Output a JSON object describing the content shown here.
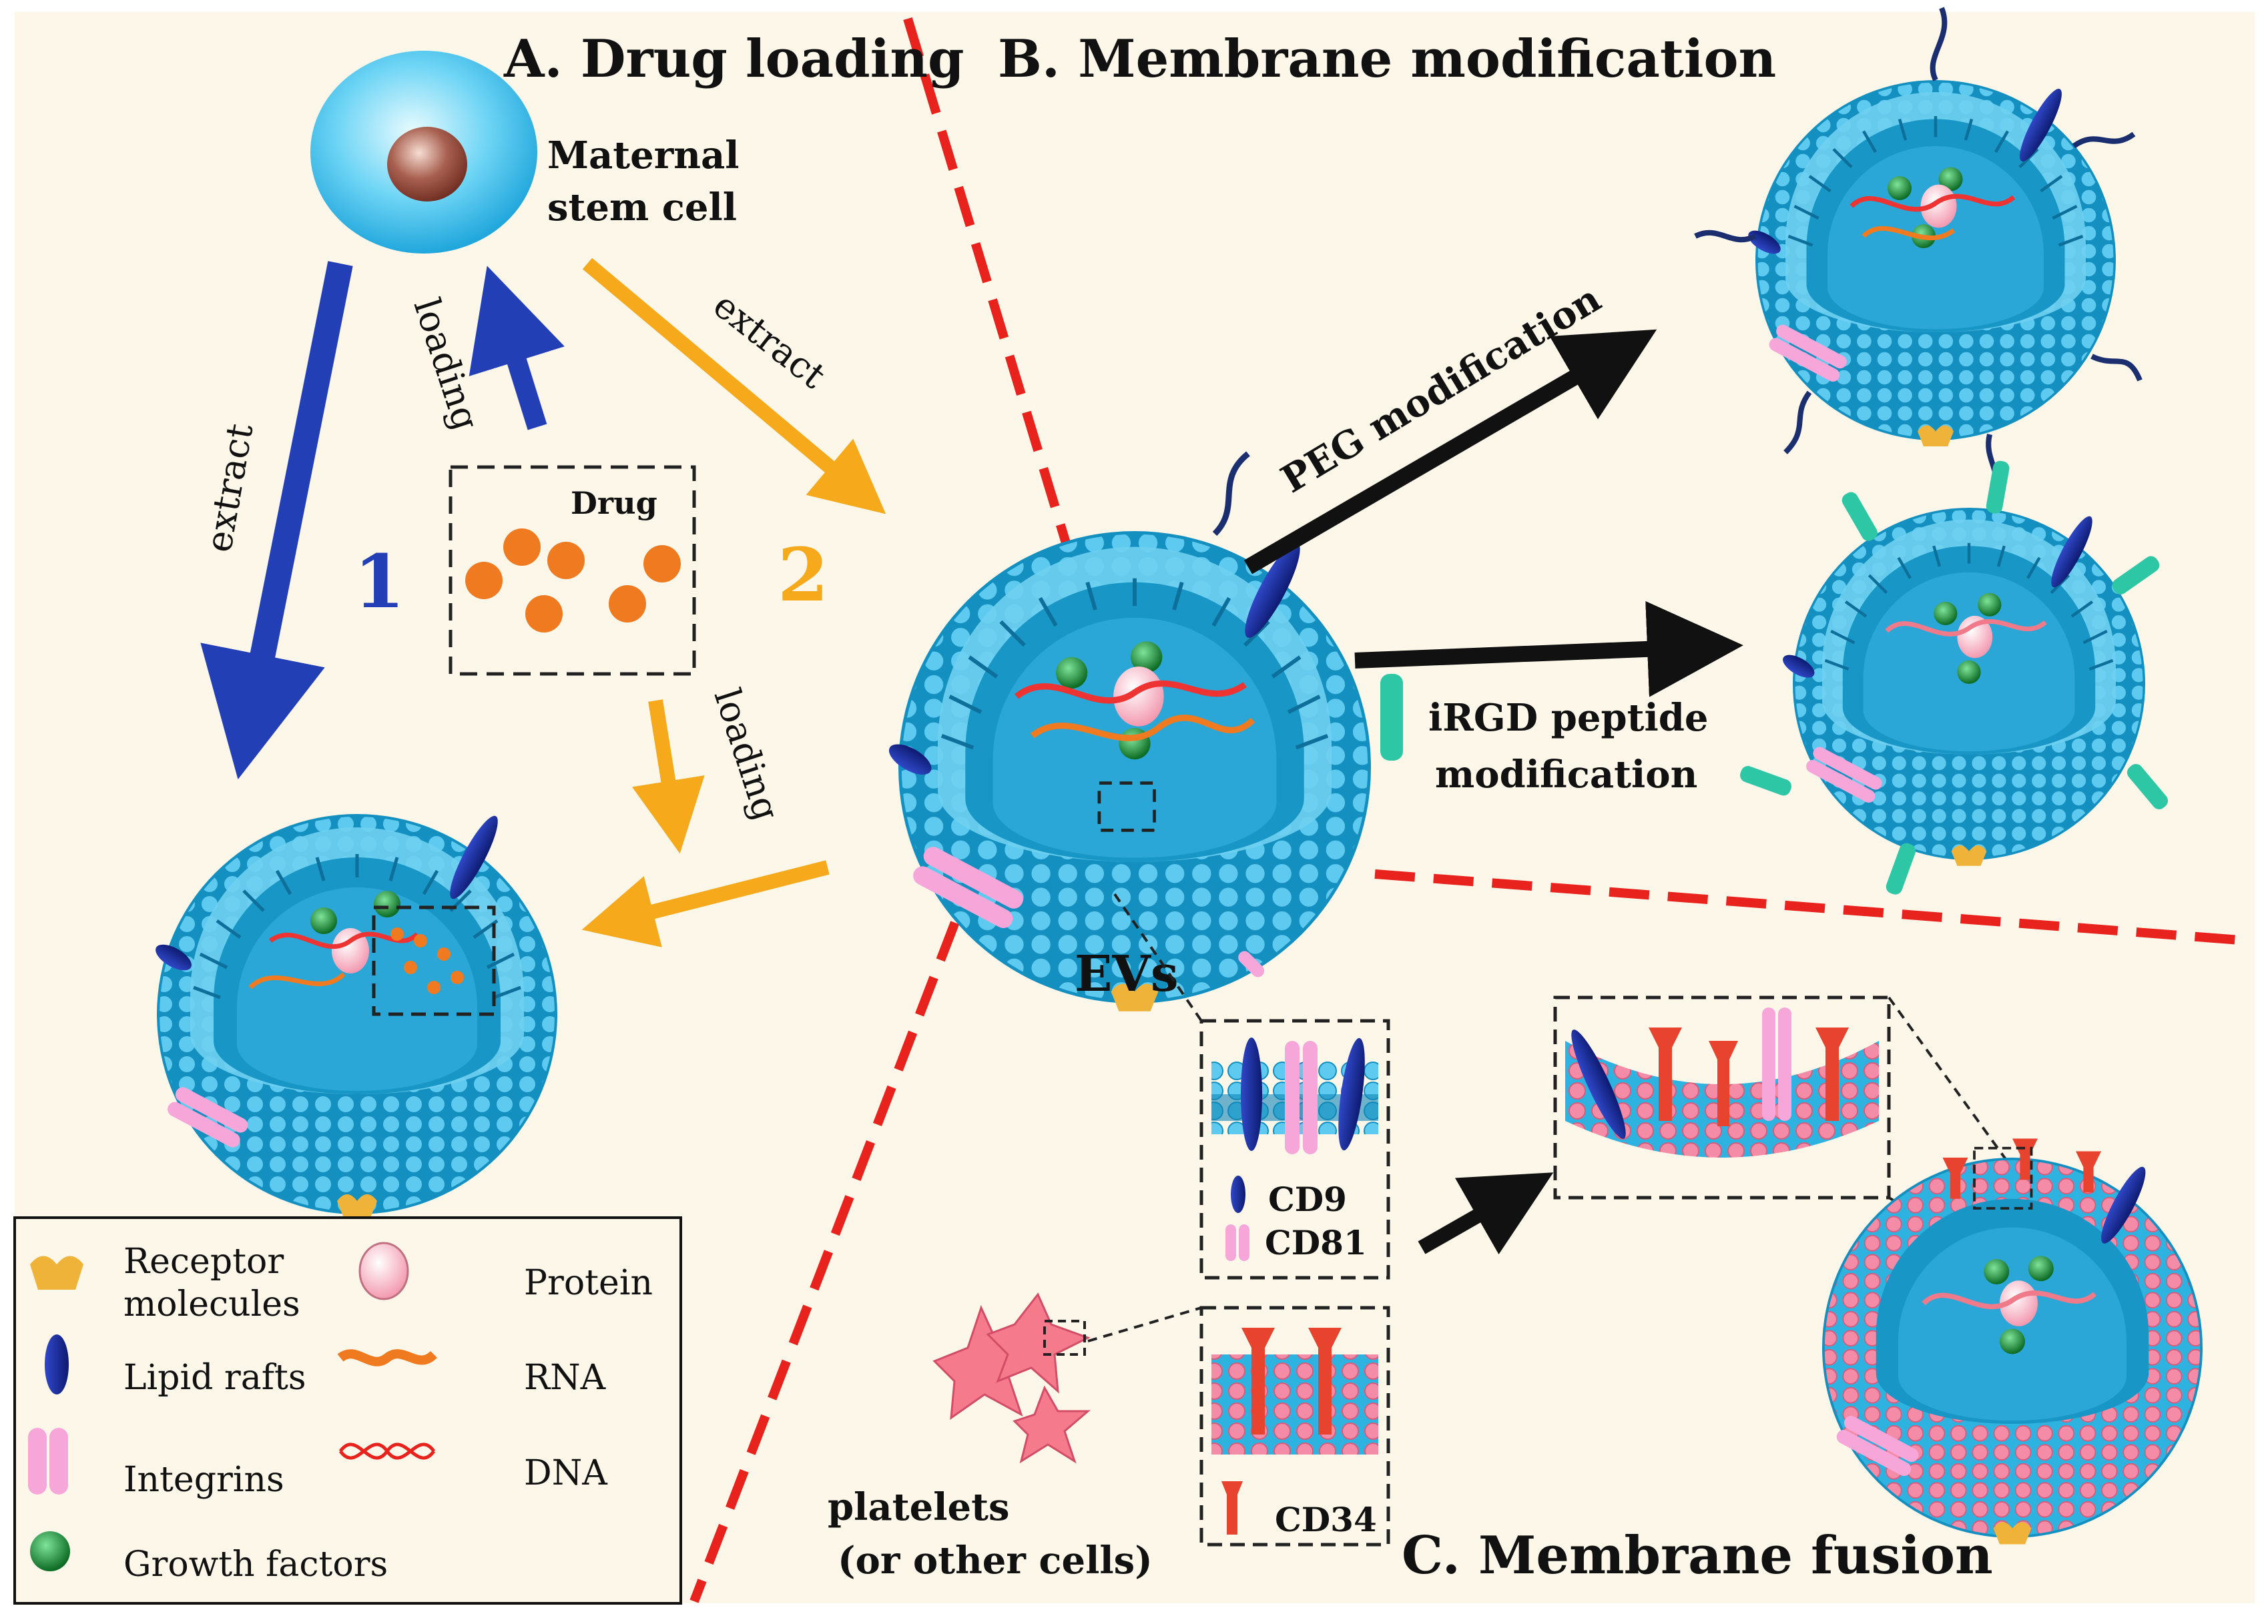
{
  "headings": {
    "a": "A. Drug loading",
    "b": "B. Membrane modification",
    "c": "C. Membrane fusion"
  },
  "cell": {
    "line1": "Maternal",
    "line2": "stem cell"
  },
  "drug_label": "Drug",
  "arrows": {
    "extract_left": "extract",
    "loading_up": "loading",
    "extract_right": "extract",
    "loading_down": "loading",
    "route1": "1",
    "route2": "2"
  },
  "ev_label": "EVs",
  "modifications": {
    "peg": "PEG modification",
    "irgd_line1": "iRGD peptide",
    "irgd_line2": "modification"
  },
  "markers": {
    "cd9": "CD9",
    "cd81": "CD81",
    "cd34": "CD34"
  },
  "platelets": {
    "line1": "platelets",
    "line2": "(or other cells)"
  },
  "legend": [
    {
      "icon": "receptor-icon",
      "label1": "Receptor",
      "label2": "molecules"
    },
    {
      "icon": "protein-icon",
      "label1": "Protein"
    },
    {
      "icon": "lipid-raft-icon",
      "label1": "Lipid rafts"
    },
    {
      "icon": "rna-icon",
      "label1": "RNA"
    },
    {
      "icon": "integrin-icon",
      "label1": "Integrins"
    },
    {
      "icon": "dna-icon",
      "label1": "DNA"
    },
    {
      "icon": "growth-factor-icon",
      "label1": "Growth factors"
    }
  ],
  "colors": {
    "background": "#fdf7ea",
    "vesicle": "#2eb3e0",
    "vesicle_dark": "#138fc0",
    "divider": "#e8221c",
    "route1": "#233fb5",
    "route2": "#f5a91b",
    "drug": "#f07a1f",
    "lipid_raft": "#1b2f9c",
    "integrin": "#f7a6d9",
    "growth_factor": "#138a2e",
    "receptor": "#f0b33a",
    "peg": "#1b2f70",
    "irgd": "#2ec7a6",
    "cd34": "#e8432f",
    "platelet": "#f57a8c"
  }
}
